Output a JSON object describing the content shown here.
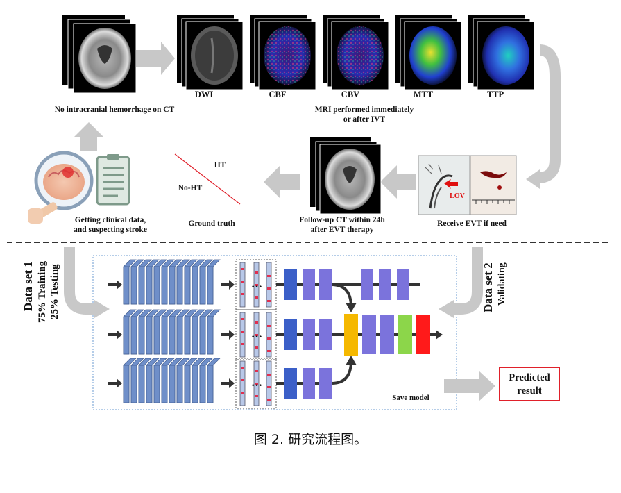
{
  "top_row": {
    "ct_label": "No intracranial hemorrhage on CT",
    "modalities": [
      "DWI",
      "CBF",
      "CBV",
      "MTT",
      "TTP"
    ],
    "mri_note_line1": "MRI performed immediately",
    "mri_note_line2": "or after IVT"
  },
  "middle_row": {
    "clinical_line1": "Getting clinical data,",
    "clinical_line2": "and suspecting stroke",
    "ground_truth": "Ground truth",
    "ht_label": "HT",
    "no_ht_label": "No-HT",
    "followup_line1": "Follow-up CT within 24h",
    "followup_line2": "after EVT therapy",
    "evt_label": "Receive EVT if need",
    "lov_label": "LOV"
  },
  "bottom": {
    "dataset1_title": "Data set 1",
    "dataset1_train": "75% Training",
    "dataset1_test": "25% Testing",
    "dataset2_title": "Data set 2",
    "dataset2_sub": "Validating",
    "save_model": "Save model",
    "predicted_result": "Predicted\nresult"
  },
  "caption": "图 2. 研究流程图。",
  "colors": {
    "cnn_blue": "#6f8fc9",
    "dense_dark_blue": "#3b5fc8",
    "dense_purple": "#7b73dc",
    "concat_orange": "#f5b800",
    "dense_green": "#8cd64a",
    "output_red": "#ff1a1a",
    "arrow_gray": "#c8c8c8",
    "result_border": "#e0202a"
  }
}
